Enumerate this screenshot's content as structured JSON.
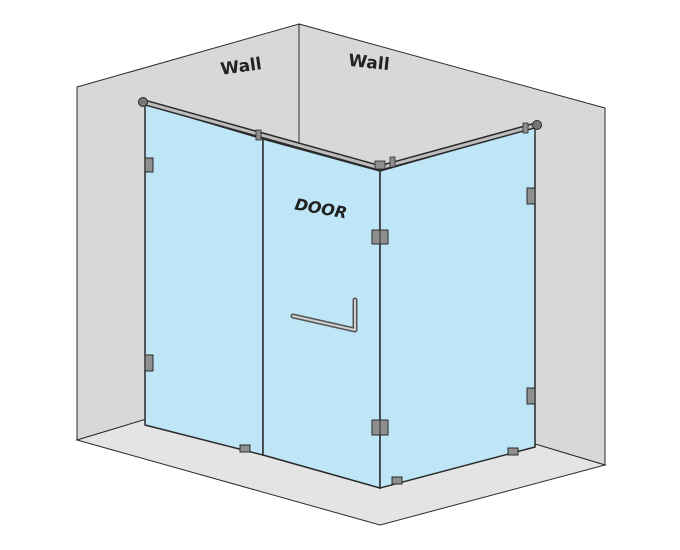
{
  "labels": {
    "wall_left": "Wall",
    "wall_right": "Wall",
    "door": "DOOR"
  },
  "colors": {
    "wall_fill": "#d8d8d8",
    "floor_fill": "#e4e4e4",
    "glass_fill": "#bfe6f6",
    "outline": "#2a2a2a",
    "hardware": "#8f8f8f"
  }
}
